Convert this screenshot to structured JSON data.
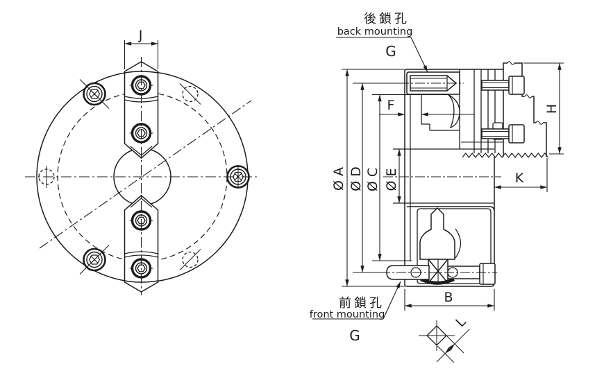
{
  "figure": {
    "type": "engineering-drawing-two-view-chuck",
    "views": {
      "front_view": {
        "dim_jaw_width": "J"
      },
      "section_view": {
        "dim_outer_diameter": "Ø A",
        "dim_back_bolt_circle": "Ø D",
        "dim_front_bolt_circle": "Ø C",
        "dim_bore_diameter": "Ø E",
        "dim_scroll_offset": "F",
        "dim_jaw_height": "H",
        "dim_jaw_overhang": "K",
        "dim_body_depth": "B",
        "dim_key_square": "L"
      },
      "callouts": {
        "back_mounting_zh": "後鎖孔",
        "back_mounting_en": "back mounting",
        "back_mounting_ref": "G",
        "front_mounting_zh": "前鎖孔",
        "front_mounting_en": "front mounting",
        "front_mounting_ref": "G"
      }
    },
    "colors": {
      "line": "#1c1c1c",
      "background": "#ffffff"
    }
  }
}
